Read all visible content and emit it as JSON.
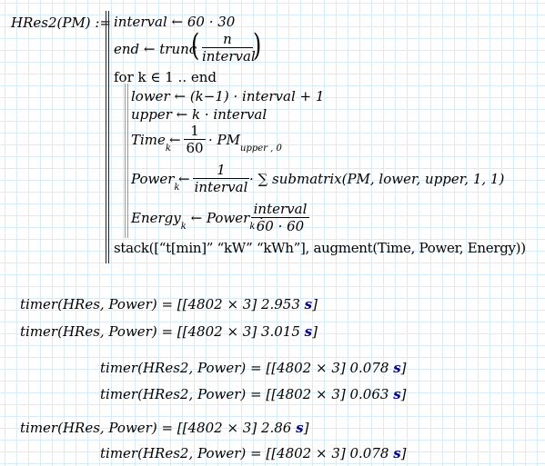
{
  "definition": {
    "header": "HRes2(PM) :=",
    "interval": "interval ← 60 · 30",
    "end_prefix": "end ← trunc",
    "end_num": "n",
    "end_den": "interval",
    "for_line": "for  k ∈ 1 .. end",
    "lower": "lower ← (k−1) · interval + 1",
    "upper": "upper ← k · interval",
    "time_lhs": "Time",
    "time_sub": "k",
    "time_arrow": "←",
    "time_num": "1",
    "time_den": "60",
    "time_rhs": "· PM",
    "time_rhs_sub": "upper , 0",
    "power_lhs": "Power",
    "power_sub": "k",
    "power_arrow": "←",
    "power_num": "1",
    "power_den": "interval",
    "power_rhs": "· ∑ submatrix(PM, lower, upper, 1, 1)",
    "energy_lhs": "Energy",
    "energy_sub": "k",
    "energy_mid": "← Power",
    "energy_mid_sub": "k",
    "energy_dot": "·",
    "energy_num": "interval",
    "energy_den": "60 · 60",
    "stack": "stack([“t[min]”  “kW”  “kWh”], augment(Time, Power, Energy))"
  },
  "results": [
    {
      "lhs": "timer(HRes, Power) = [[4802 × 3]  2.953 ",
      "unit": "s"
    },
    {
      "lhs": "timer(HRes, Power) = [[4802 × 3]  3.015 ",
      "unit": "s"
    },
    {
      "lhs": "timer(HRes2, Power) = [[4802 × 3]  0.078 ",
      "unit": "s"
    },
    {
      "lhs": "timer(HRes2, Power) = [[4802 × 3]  0.063 ",
      "unit": "s"
    },
    {
      "lhs": "timer(HRes, Power) = [[4802 × 3]  2.86 ",
      "unit": "s"
    },
    {
      "lhs": "timer(HRes2, Power) = [[4802 × 3]  0.078 ",
      "unit": "s"
    }
  ]
}
